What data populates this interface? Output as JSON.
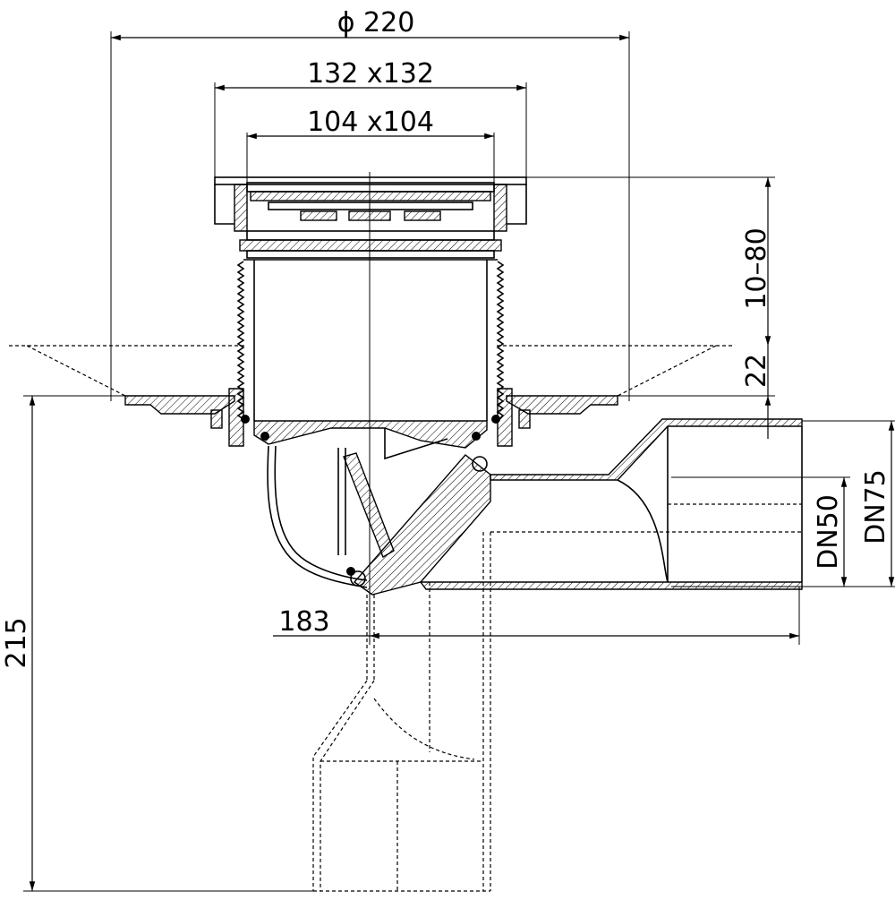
{
  "dimensions": {
    "diameter": "ϕ 220",
    "frame": "132 x132",
    "grate": "104 x104",
    "height_adjust": "10–80",
    "flange": "22",
    "outlet_dn50": "DN50",
    "outlet_dn75": "DN75",
    "outlet_distance": "183",
    "total_height": "215"
  }
}
